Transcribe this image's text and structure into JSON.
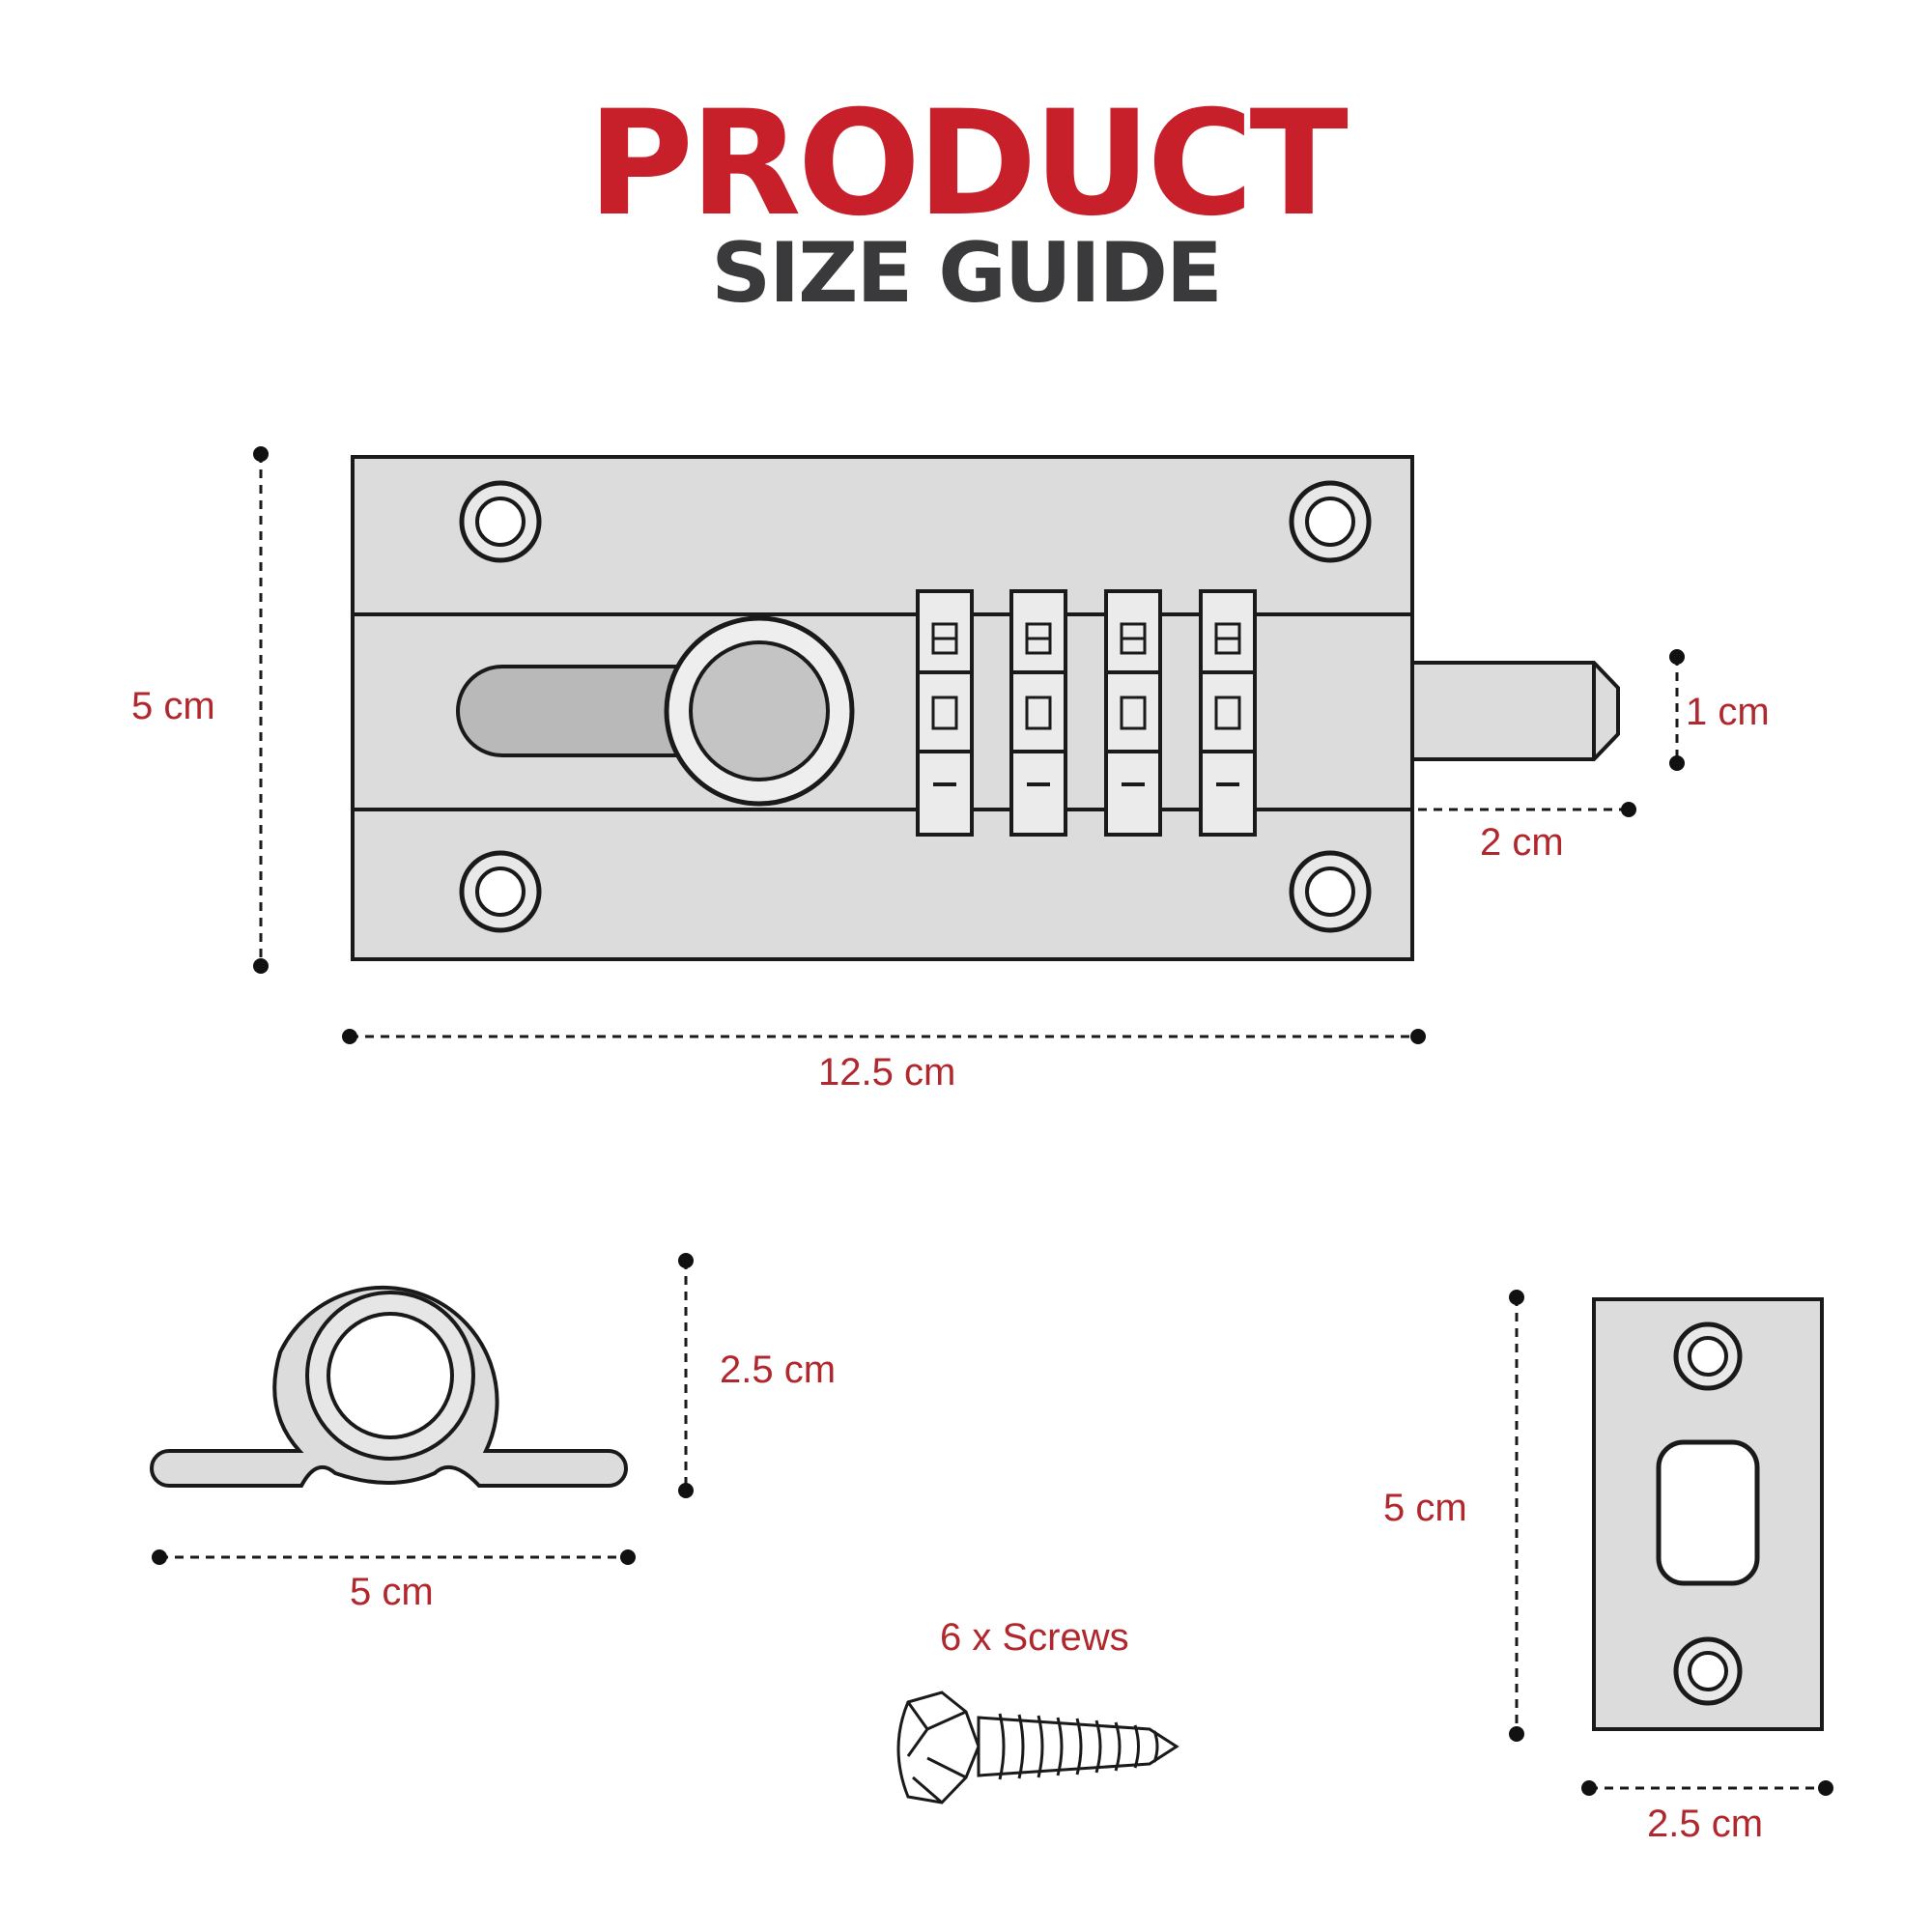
{
  "header": {
    "title": "PRODUCT",
    "subtitle": "SIZE GUIDE"
  },
  "dimensions": {
    "bolt_height": "5 cm",
    "bolt_length": "12.5 cm",
    "pin_diameter": "1 cm",
    "pin_length": "2 cm",
    "ring_height": "2.5 cm",
    "ring_width": "5 cm",
    "plate_height": "5 cm",
    "plate_width": "2.5 cm"
  },
  "screws_label": "6 x Screws",
  "colors": {
    "title": "#c8202a",
    "subtitle": "#3a3a3c",
    "dimension_text": "#b0282d",
    "part_fill": "#dcdcdc",
    "outline": "#1a1a1a"
  }
}
